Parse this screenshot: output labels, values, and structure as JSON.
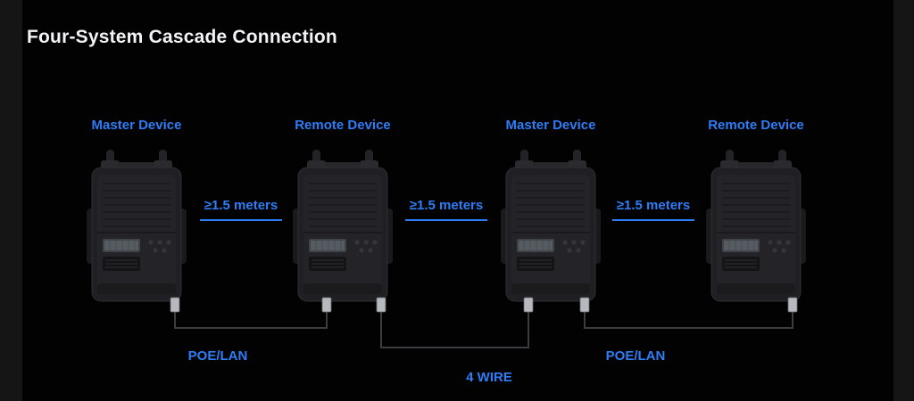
{
  "title": "Four-System Cascade Connection",
  "devices": [
    {
      "label": "Master Device"
    },
    {
      "label": "Remote Device"
    },
    {
      "label": "Master Device"
    },
    {
      "label": "Remote Device"
    }
  ],
  "spacings": [
    {
      "label": "≥1.5 meters"
    },
    {
      "label": "≥1.5 meters"
    },
    {
      "label": "≥1.5 meters"
    }
  ],
  "cables": [
    {
      "label": "POE/LAN"
    },
    {
      "label": "4 WIRE"
    },
    {
      "label": "POE/LAN"
    }
  ],
  "colors": {
    "accent": "#2e7df6",
    "background": "#020202",
    "cable": "#3d3d40",
    "connector": "#b6b9be"
  }
}
